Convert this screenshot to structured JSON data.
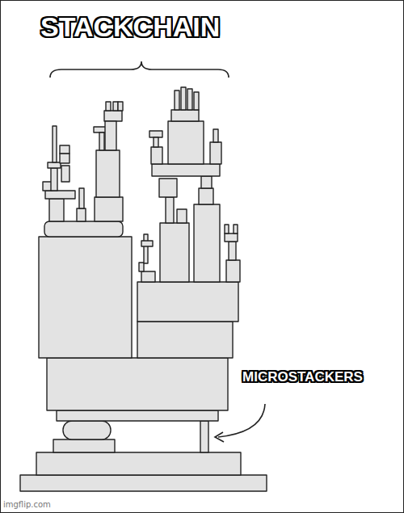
{
  "diagram": {
    "labels": [
      "STACKCHAIN",
      "MICROSTACKERS",
      "imgflip.com"
    ]
  }
}
